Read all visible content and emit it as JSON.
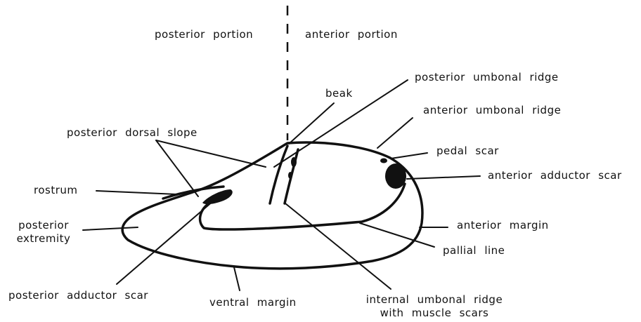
{
  "labels": {
    "posterior_portion": "posterior portion",
    "anterior_portion": "anterior portion",
    "posterior_umbonal_ridge": "posterior umbonal ridge",
    "beak": "beak",
    "anterior_umbonal_ridge": "anterior umbonal ridge",
    "posterior_dorsal_slope": "posterior dorsal slope",
    "pedal_scar": "pedal scar",
    "anterior_adductor_scar": "anterior adductor scar",
    "rostrum": "rostrum",
    "posterior_extremity_line1": "posterior",
    "posterior_extremity_line2": "extremity",
    "anterior_margin": "anterior margin",
    "pallial_line": "pallial line",
    "posterior_adductor_scar": "posterior adductor scar",
    "ventral_margin": "ventral margin",
    "internal_umbonal_ridge_line1": "internal umbonal ridge",
    "internal_umbonal_ridge_line2": "with muscle scars"
  }
}
